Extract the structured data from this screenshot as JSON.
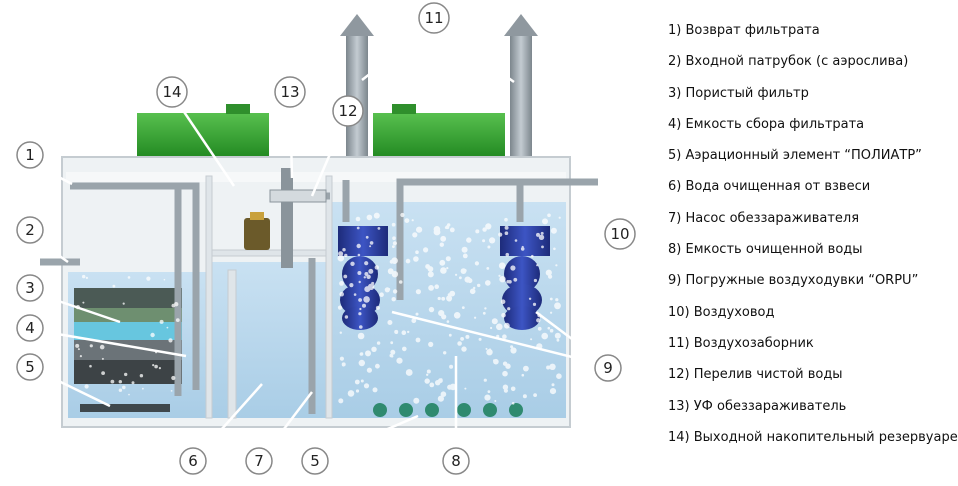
{
  "legend": [
    "1) Возврат фильтрата",
    "2) Входной патрубок (с аэрослива)",
    "3) Пористый фильтр",
    "4) Емкость сбора фильтрата",
    "5) Аэрационный элемент “ПОЛИАТР”",
    "6) Вода очищенная от взвеси",
    "7) Насос обеззараживателя",
    "8) Емкость очищенной воды",
    "9) Погружные воздуходувки “ORPU”",
    "10) Воздуховод",
    "11) Воздухозаборник",
    "12) Перелив чистой воды",
    "13) УФ обеззараживатель",
    "14) Выходной накопительный резервуаре"
  ],
  "callouts": {
    "c1": "1",
    "c2": "2",
    "c3": "3",
    "c4": "4",
    "c5a": "5",
    "c6": "6",
    "c7": "7",
    "c5b": "5",
    "c8": "8",
    "c9": "9",
    "c10": "10",
    "c11": "11",
    "c12": "12",
    "c13": "13",
    "c14": "14"
  },
  "colors": {
    "water": "#bcd9ee",
    "tank_wall": "#e9eef1",
    "pipe": "#9aa4ab",
    "lid_green": "#3aa537",
    "blower_blue": "#2c3e9e",
    "bubble": "#ffffff"
  }
}
